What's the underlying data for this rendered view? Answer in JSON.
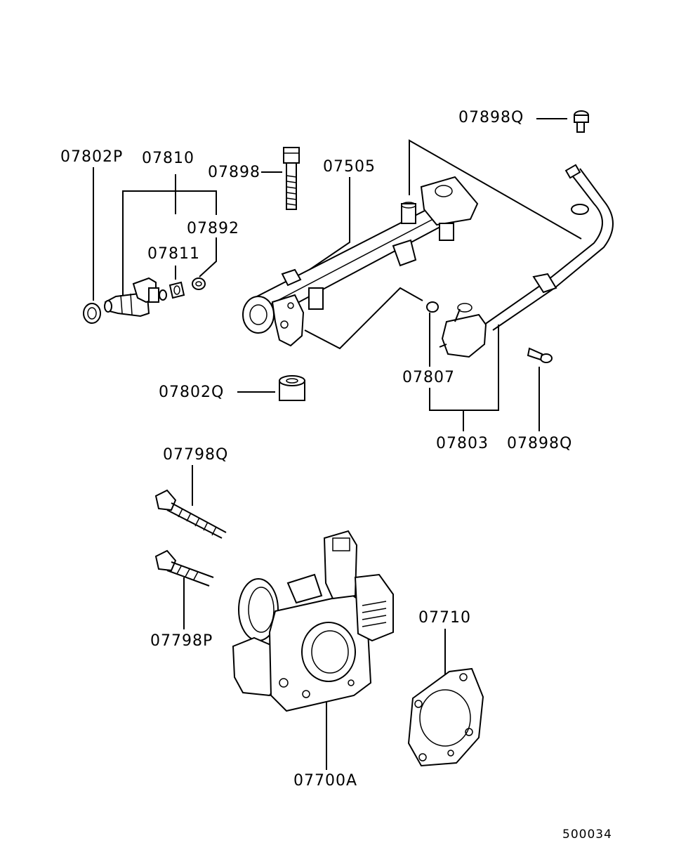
{
  "part_labels": {
    "p07802P": "07802P",
    "p07810": "07810",
    "p07898": "07898",
    "p07505": "07505",
    "p07898Q_top": "07898Q",
    "p07892": "07892",
    "p07811": "07811",
    "p07807": "07807",
    "p07802Q": "07802Q",
    "p07803": "07803",
    "p07898Q_right": "07898Q",
    "p07798Q": "07798Q",
    "p07798P": "07798P",
    "p07710": "07710",
    "p07700A": "07700A"
  },
  "diagram_id": "500034"
}
